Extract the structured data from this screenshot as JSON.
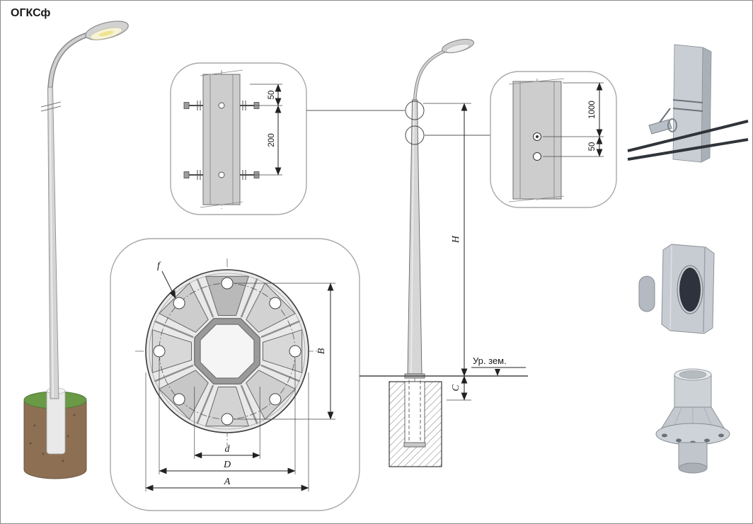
{
  "title": "ОГКСф",
  "callout_top": {
    "dim_upper": "50",
    "dim_main": "200"
  },
  "callout_right": {
    "dim_main": "1000",
    "dim_lower": "50"
  },
  "flange_plan": {
    "dim_f": "f",
    "dim_B": "B",
    "dim_d": "d",
    "dim_D": "D",
    "dim_A": "A"
  },
  "elevation": {
    "dim_H": "H",
    "dim_C": "C",
    "ground_label": "Ур. зем."
  },
  "colors": {
    "plate_gray": "#d6d6d6",
    "metal_light": "#c9ced4",
    "foundation_brown": "#8d7054",
    "grass_green": "#6a9a46",
    "edge_blue": "#3f7fd6"
  }
}
